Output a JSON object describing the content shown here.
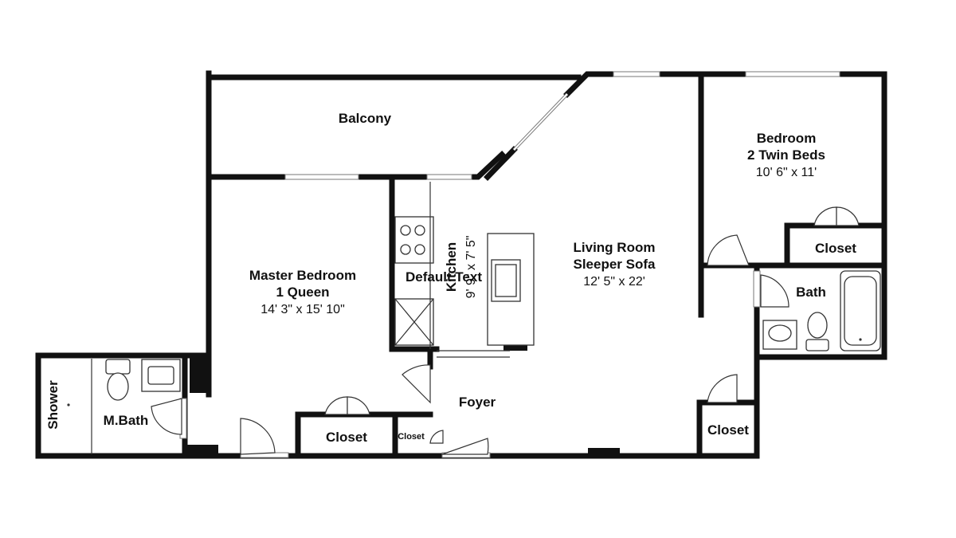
{
  "rooms": {
    "balcony": {
      "name": "Balcony"
    },
    "master_bedroom": {
      "name": "Master Bedroom",
      "bed": "1 Queen",
      "size": "14' 3\" x 15' 10\""
    },
    "kitchen": {
      "name": "Kitchen",
      "size": "9' 9\" x 7' 5\"",
      "overlay": "Default Text"
    },
    "living_room": {
      "name": "Living Room",
      "bed": "Sleeper Sofa",
      "size": "12' 5\" x 22'"
    },
    "bedroom": {
      "name": "Bedroom",
      "bed": "2 Twin Beds",
      "size": "10' 6\" x 11'"
    },
    "bedroom_closet": {
      "name": "Closet"
    },
    "bath": {
      "name": "Bath"
    },
    "foyer": {
      "name": "Foyer"
    },
    "living_closet": {
      "name": "Closet"
    },
    "master_closet": {
      "name": "Closet"
    },
    "small_closet": {
      "name": "Closet"
    },
    "master_bath": {
      "name": "M.Bath"
    },
    "shower": {
      "name": "Shower"
    }
  },
  "colors": {
    "wall": "#111111",
    "background": "#ffffff",
    "fixture": "#333333"
  }
}
